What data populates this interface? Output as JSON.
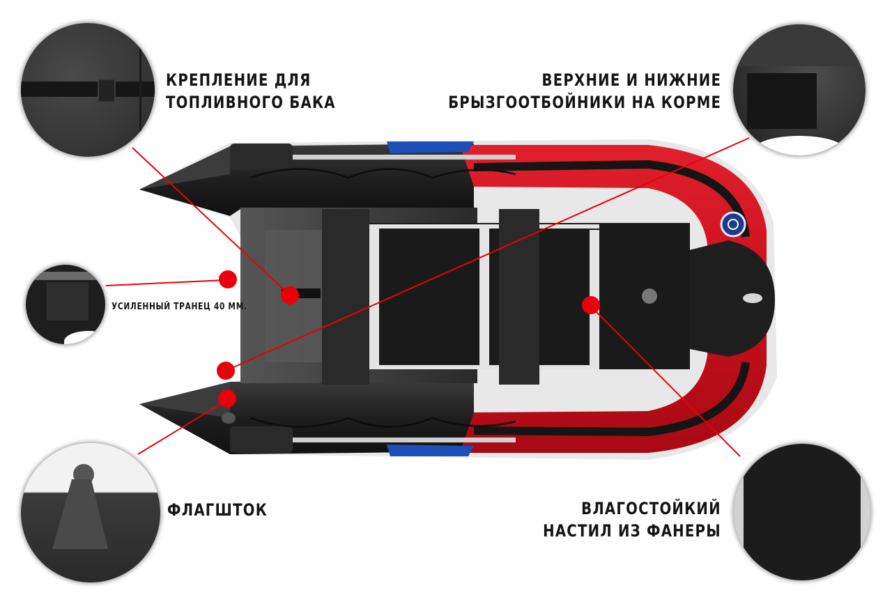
{
  "callouts": [
    {
      "id": "fuel-tank-mount",
      "lines": [
        "КРЕПЛЕНИЕ ДЛЯ",
        "ТОПЛИВНОГО БАКА"
      ]
    },
    {
      "id": "splash-guards",
      "lines": [
        "ВЕРХНИЕ И НИЖНИЕ",
        "БРЫЗГООТБОЙНИКИ НА КОРМЕ"
      ]
    },
    {
      "id": "transom",
      "lines": [
        "УСИЛЕННЫЙ ТРАНЕЦ  40 ММ."
      ]
    },
    {
      "id": "flagpole",
      "lines": [
        "ФЛАГШТОК"
      ]
    },
    {
      "id": "plywood-floor",
      "lines": [
        "ВЛАГОСТОЙКИЙ",
        "НАСТИЛ ИЗ ФАНЕРЫ"
      ]
    }
  ],
  "colors": {
    "accent_red": "#e8000a",
    "hull_red": "#c8101c",
    "hull_black": "#1c1c1c",
    "text": "#141414"
  }
}
